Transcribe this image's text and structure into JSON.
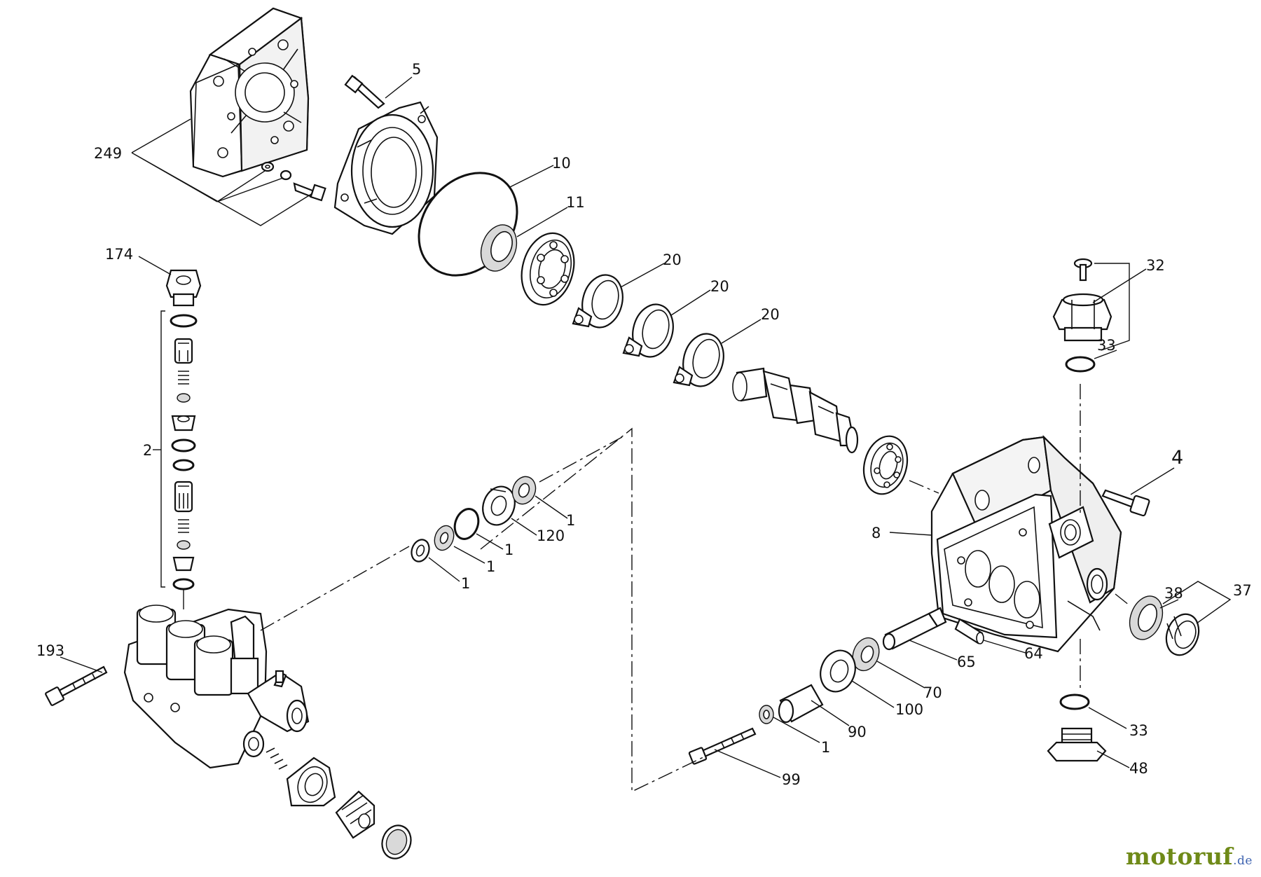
{
  "callouts": {
    "c249": "249",
    "c5": "5",
    "c10": "10",
    "c11": "11",
    "c20a": "20",
    "c20b": "20",
    "c20c": "20",
    "c174": "174",
    "c2": "2",
    "c32": "32",
    "c33a": "33",
    "c4": "4",
    "c8": "8",
    "c1a": "1",
    "c120": "120",
    "c1b": "1",
    "c1c": "1",
    "c1d": "1",
    "c38": "38",
    "c37": "37",
    "c193": "193",
    "c65": "65",
    "c64": "64",
    "c70": "70",
    "c100": "100",
    "c90": "90",
    "c1e": "1",
    "c99": "99",
    "c33b": "33",
    "c48": "48"
  },
  "watermark": {
    "brand": "motoruf",
    "tld": ".de"
  }
}
